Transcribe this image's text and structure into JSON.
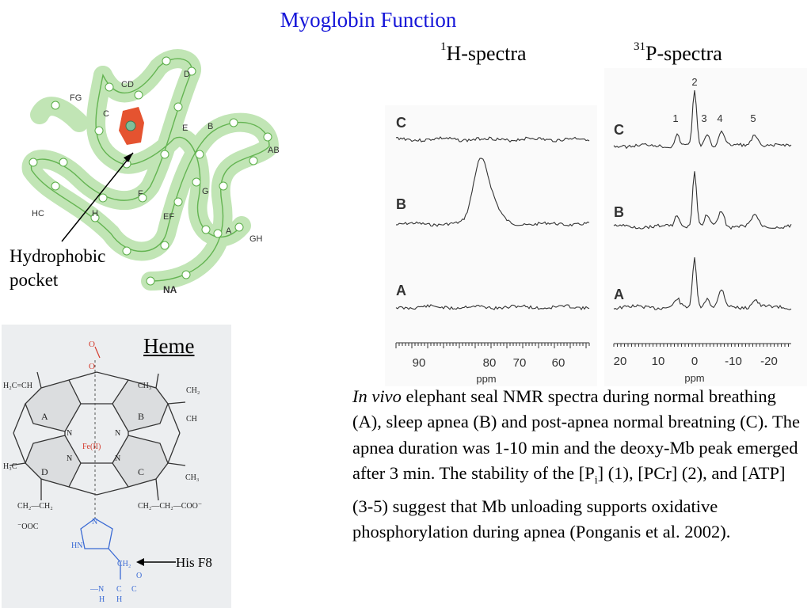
{
  "title": "Myoglobin Function",
  "spectra": {
    "h": {
      "mass": "1",
      "label": "H-spectra",
      "axis_label": "ppm",
      "ticks": [
        "90",
        "80",
        "70",
        "60"
      ],
      "traces": [
        "C",
        "B",
        "A"
      ]
    },
    "p": {
      "mass": "31",
      "label": "P-spectra",
      "axis_label": "ppm",
      "ticks": [
        "20",
        "10",
        "0",
        "-10",
        "-20"
      ],
      "traces": [
        "C",
        "B",
        "A"
      ],
      "peaks": [
        "1",
        "2",
        "3",
        "4",
        "5"
      ]
    }
  },
  "myoglobin": {
    "labels": [
      "FG",
      "CD",
      "D",
      "C",
      "E",
      "B",
      "AB",
      "F",
      "G",
      "HC",
      "H",
      "EF",
      "A",
      "GH",
      "NA"
    ],
    "pocket_label_line1": "Hydrophobic",
    "pocket_label_line2": "pocket"
  },
  "heme": {
    "title": "Heme",
    "rings": [
      "A",
      "B",
      "C",
      "D"
    ],
    "iron": "Fe(II)",
    "substituents": {
      "top_left": "H₂C=CH",
      "top_right": "CH₃",
      "right_vinyl_1": "CH₂",
      "right_vinyl_2": "CH",
      "left_methyl": "H₃C",
      "right_methyl": "CH₃",
      "bottom_left": "CH₂—CH₂",
      "bottom_right": "CH₂—CH₂—COO⁻",
      "bottom_left_coo": "⁻OOC",
      "oxygen": "O",
      "nitrogen": "N",
      "his_n": "N",
      "his_hn": "HN",
      "his_ch2": "CH₂",
      "backbone_nh": "—N",
      "backbone_h": "H",
      "backbone_ch": "C",
      "backbone_h2": "H",
      "backbone_c": "C",
      "backbone_o": "O"
    },
    "his_label": "His F8"
  },
  "caption": {
    "italic": "In vivo",
    "part1": " elephant seal NMR spectra during normal breathing (A), sleep apnea (B) and post-apnea normal breatning (C).  The apnea duration was 1-10 min and the deoxy-Mb peak emerged after 3 min.  The stability of the [P",
    "sub": "i",
    "part2": "] (1), [PCr] (2), and [ATP] (3-5) suggest that Mb unloading supports oxidative phosphorylation during apnea (Ponganis et al. 2002)."
  },
  "colors": {
    "title": "#1515d8",
    "protein": "#6cbf5a",
    "heme_pocket": "#e2401a",
    "heme_red": "#d43a2c",
    "histidine_blue": "#3a6ad4"
  }
}
